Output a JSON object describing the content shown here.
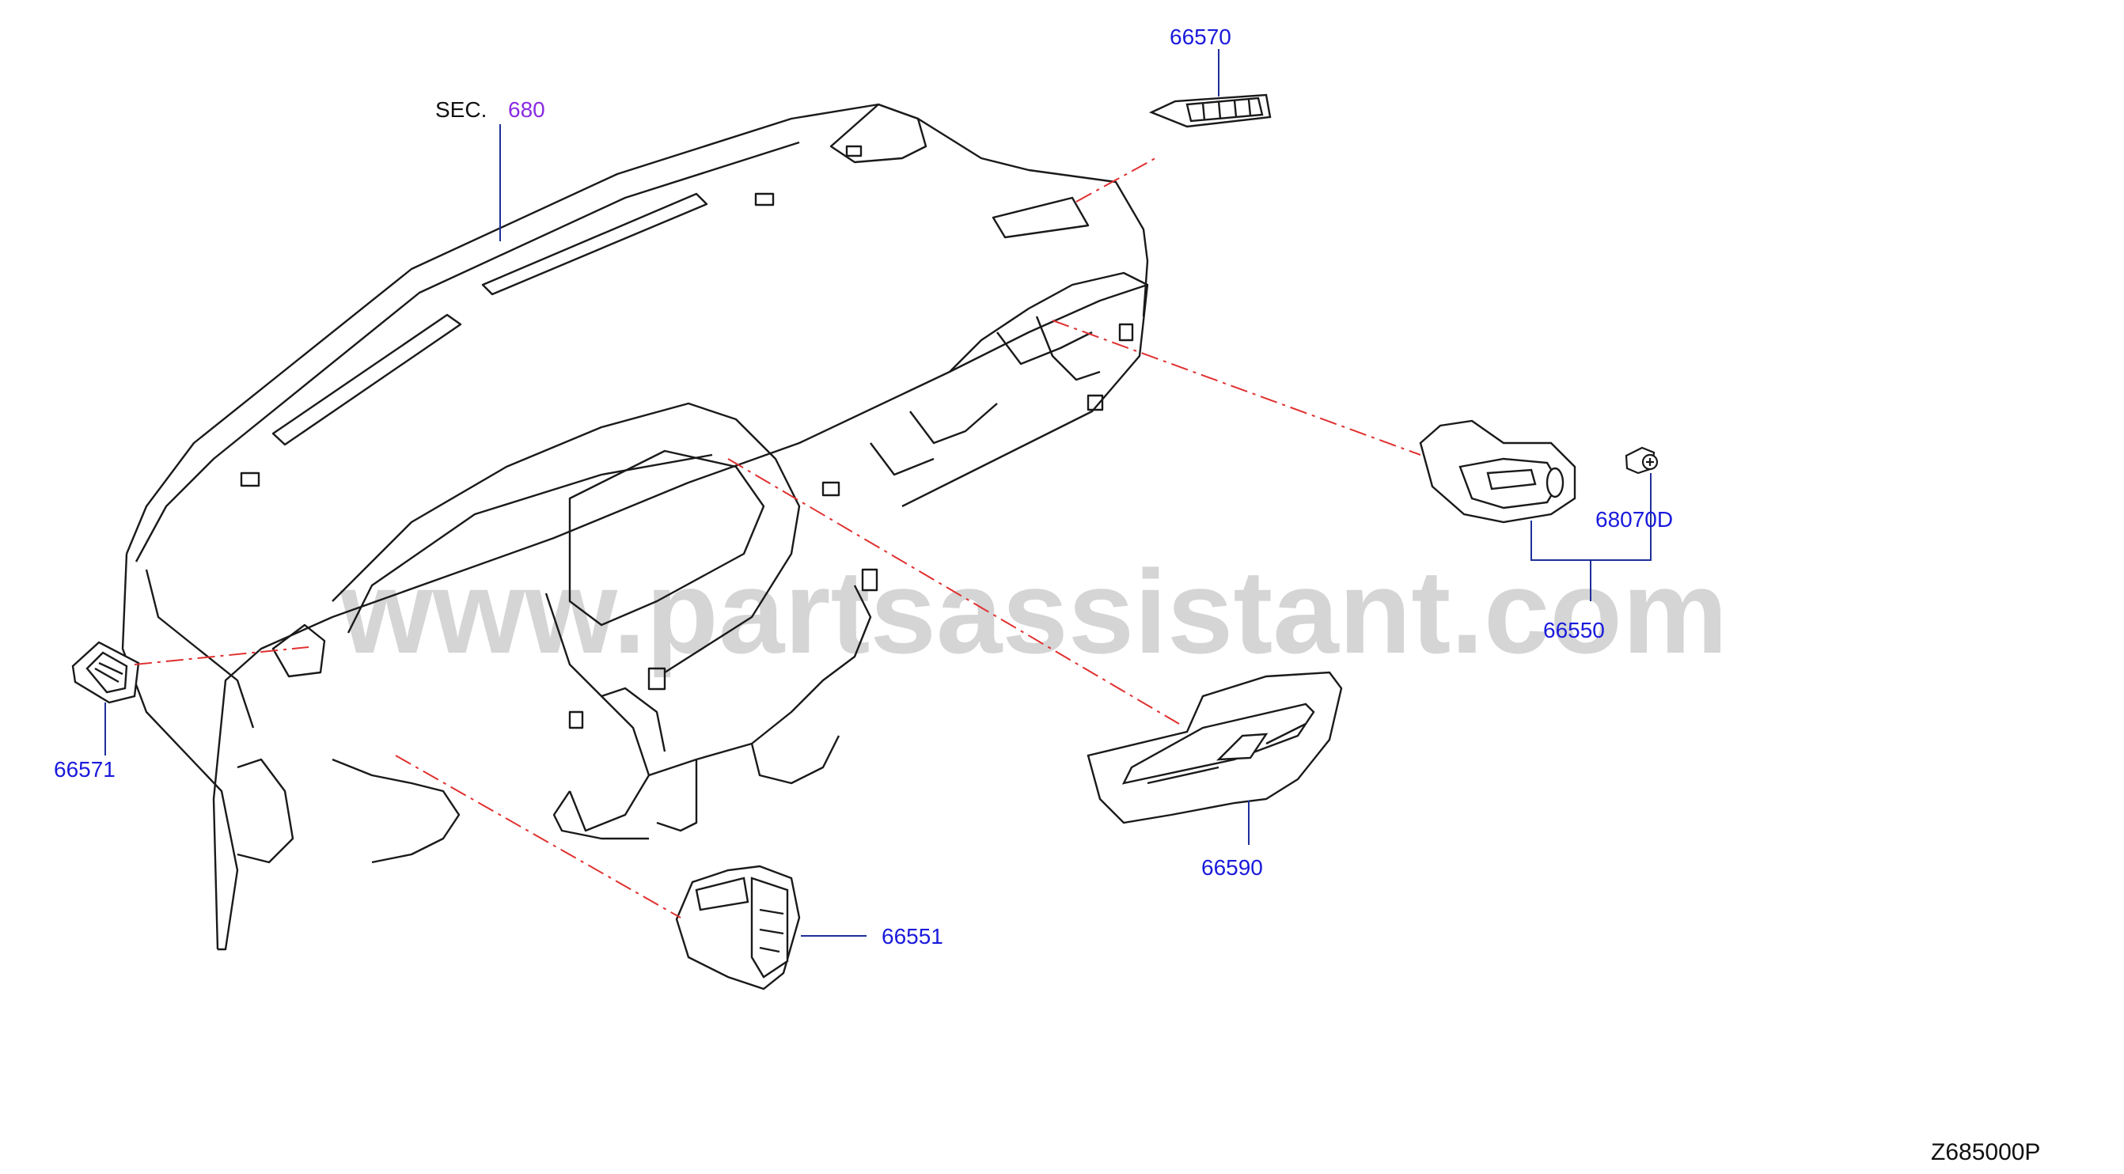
{
  "colors": {
    "outline": "#1a1a1a",
    "leader": "#1f2f9a",
    "label": "#1a1adc",
    "sec_ref": "#8a2be2",
    "dashed": "#e03030",
    "watermark": "#c8c8c8"
  },
  "section_ref": {
    "prefix": "SEC.",
    "number": "680"
  },
  "parts": {
    "p66570": "66570",
    "p66571": "66571",
    "p66550": "66550",
    "p68070D": "68070D",
    "p66590": "66590",
    "p66551": "66551"
  },
  "watermark": "www.partsassistant.com",
  "drawing_number": "Z685000P"
}
